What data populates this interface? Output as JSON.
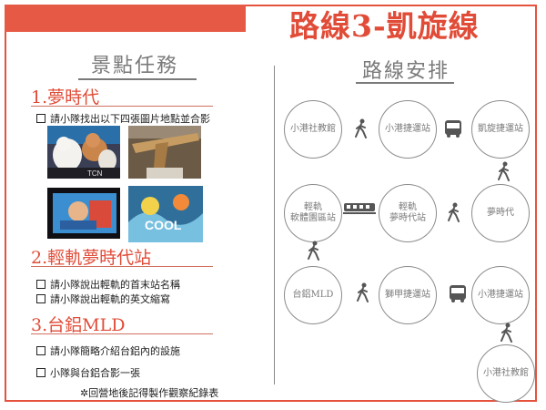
{
  "header": {
    "title": "路線3-凱旋線"
  },
  "left": {
    "heading": "景點任務",
    "tasks": [
      {
        "title": "1.夢時代",
        "items": [
          "請小隊找出以下四張圖片地點並合影"
        ]
      },
      {
        "title": "2.輕軌夢時代站",
        "items": [
          "請小隊說出輕軌的首末站名稱",
          "請小隊說出輕軌的英文縮寫"
        ]
      },
      {
        "title": "3.台鋁MLD",
        "items": [
          "請小隊簡略介紹台鋁內的設施",
          "小隊與台鋁合影一張"
        ]
      }
    ],
    "photo_text": {
      "tcn": "TCN",
      "graffiti": "COOL"
    },
    "note": "✲回營地後記得製作觀察紀錄表"
  },
  "right": {
    "heading": "路線安排",
    "stations": [
      {
        "line1": "小港社教館",
        "line2": ""
      },
      {
        "line1": "小港捷運站",
        "line2": ""
      },
      {
        "line1": "凱旋捷運站",
        "line2": ""
      },
      {
        "line1": "輕軌",
        "line2": "軟體園區站"
      },
      {
        "line1": "輕軌",
        "line2": "夢時代站"
      },
      {
        "line1": "夢時代",
        "line2": ""
      },
      {
        "line1": "台鋁MLD",
        "line2": ""
      },
      {
        "line1": "獅甲捷運站",
        "line2": ""
      },
      {
        "line1": "小港捷運站",
        "line2": ""
      },
      {
        "line1": "小港社教館",
        "line2": ""
      }
    ],
    "icons": [
      "walk-icon",
      "bus-icon",
      "walk-icon",
      "walk-icon",
      "train-icon",
      "walk-icon",
      "walk-icon",
      "bus-icon",
      "walk-icon"
    ]
  },
  "colors": {
    "accent": "#e14c38",
    "circle": "#8c8c8c",
    "text_grey": "#7a7a7a"
  }
}
